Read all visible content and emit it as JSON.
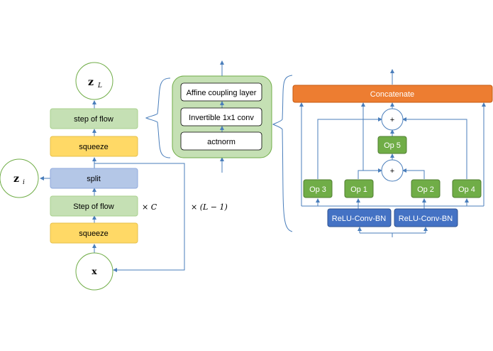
{
  "left_column": {
    "z_L": "z",
    "z_L_sub": "L",
    "step_of_flow_top": "step of flow",
    "squeeze_top": "squeeze",
    "split": "split",
    "z_i": "z",
    "z_i_sub": "i",
    "step_of_flow_bottom": "Step of flow",
    "squeeze_bottom": "squeeze",
    "x": "x",
    "times_C": "× C",
    "times_L_minus_1": "× (L − 1)"
  },
  "flow_step": {
    "affine": "Affine coupling layer",
    "invconv": "Invertible 1x1 conv",
    "actnorm": "actnorm"
  },
  "cell": {
    "concatenate": "Concatenate",
    "plus_top": "+",
    "plus_mid": "+",
    "op5": "Op 5",
    "op3": "Op 3",
    "op1": "Op 1",
    "op2": "Op 2",
    "op4": "Op 4",
    "relu_left": "ReLU-Conv-BN",
    "relu_right": "ReLU-Conv-BN"
  },
  "colors": {
    "green_fill": "#c5e0b4",
    "green_border": "#70ad47",
    "yellow_fill": "#ffd966",
    "yellow_border": "#c9a227",
    "blue_fill": "#b4c7e7",
    "blue_border": "#8ea6cf",
    "orange": "#ed7d31",
    "op_green": "#70ad47",
    "relu_blue": "#4472c4",
    "arrow": "#4a7ebb"
  }
}
